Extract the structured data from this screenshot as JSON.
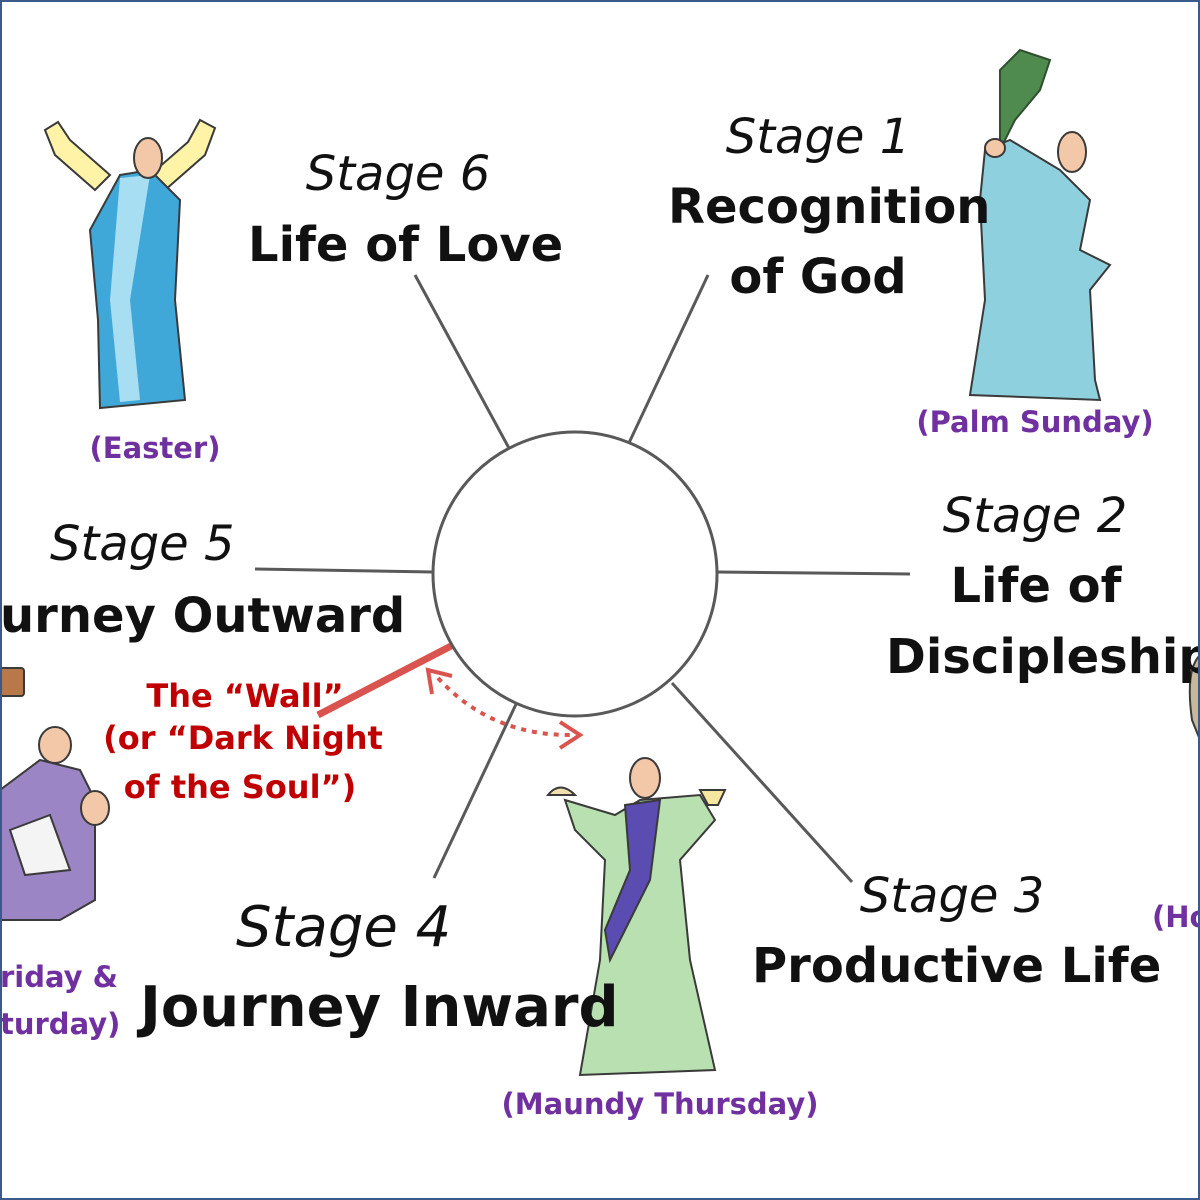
{
  "stages": [
    {
      "id": 1,
      "label": "Stage 1",
      "title_lines": [
        "Recognition",
        "of God"
      ],
      "season": "(Palm Sunday)"
    },
    {
      "id": 2,
      "label": "Stage 2",
      "title_lines": [
        "Life of",
        "Discipleship"
      ],
      "season": "(Ho"
    },
    {
      "id": 3,
      "label": "Stage 3",
      "title_lines": [
        "Productive Life"
      ],
      "season": ""
    },
    {
      "id": 4,
      "label": "Stage 4",
      "title_lines": [
        "Journey Inward"
      ],
      "season": "(Maundy Thursday)"
    },
    {
      "id": 5,
      "label": "Stage 5",
      "title_lines": [
        "urney Outward"
      ],
      "season": "riday & / turday)"
    },
    {
      "id": 6,
      "label": "Stage 6",
      "title_lines": [
        "Life of Love"
      ],
      "season": "(Easter)"
    }
  ],
  "wall": {
    "lines": [
      "The “Wall”",
      "(or “Dark Night",
      "of the Soul”)"
    ],
    "color": "#c00000"
  },
  "captions": {
    "easter": "(Easter)",
    "palm_sunday": "(Palm Sunday)",
    "maundy_thursday": "(Maundy Thursday)",
    "holy_partial": "(Ho",
    "friday_partial": "riday &",
    "saturday_partial": "turday)"
  },
  "colors": {
    "caption": "#7030a0",
    "wall": "#c00000",
    "spoke": "#595959",
    "frame": "#3a5a8c"
  },
  "icons": [
    "risen-figure-icon",
    "palm-branch-figure-icon",
    "bread-and-cup-figure-icon",
    "sorrowing-figures-icon"
  ]
}
